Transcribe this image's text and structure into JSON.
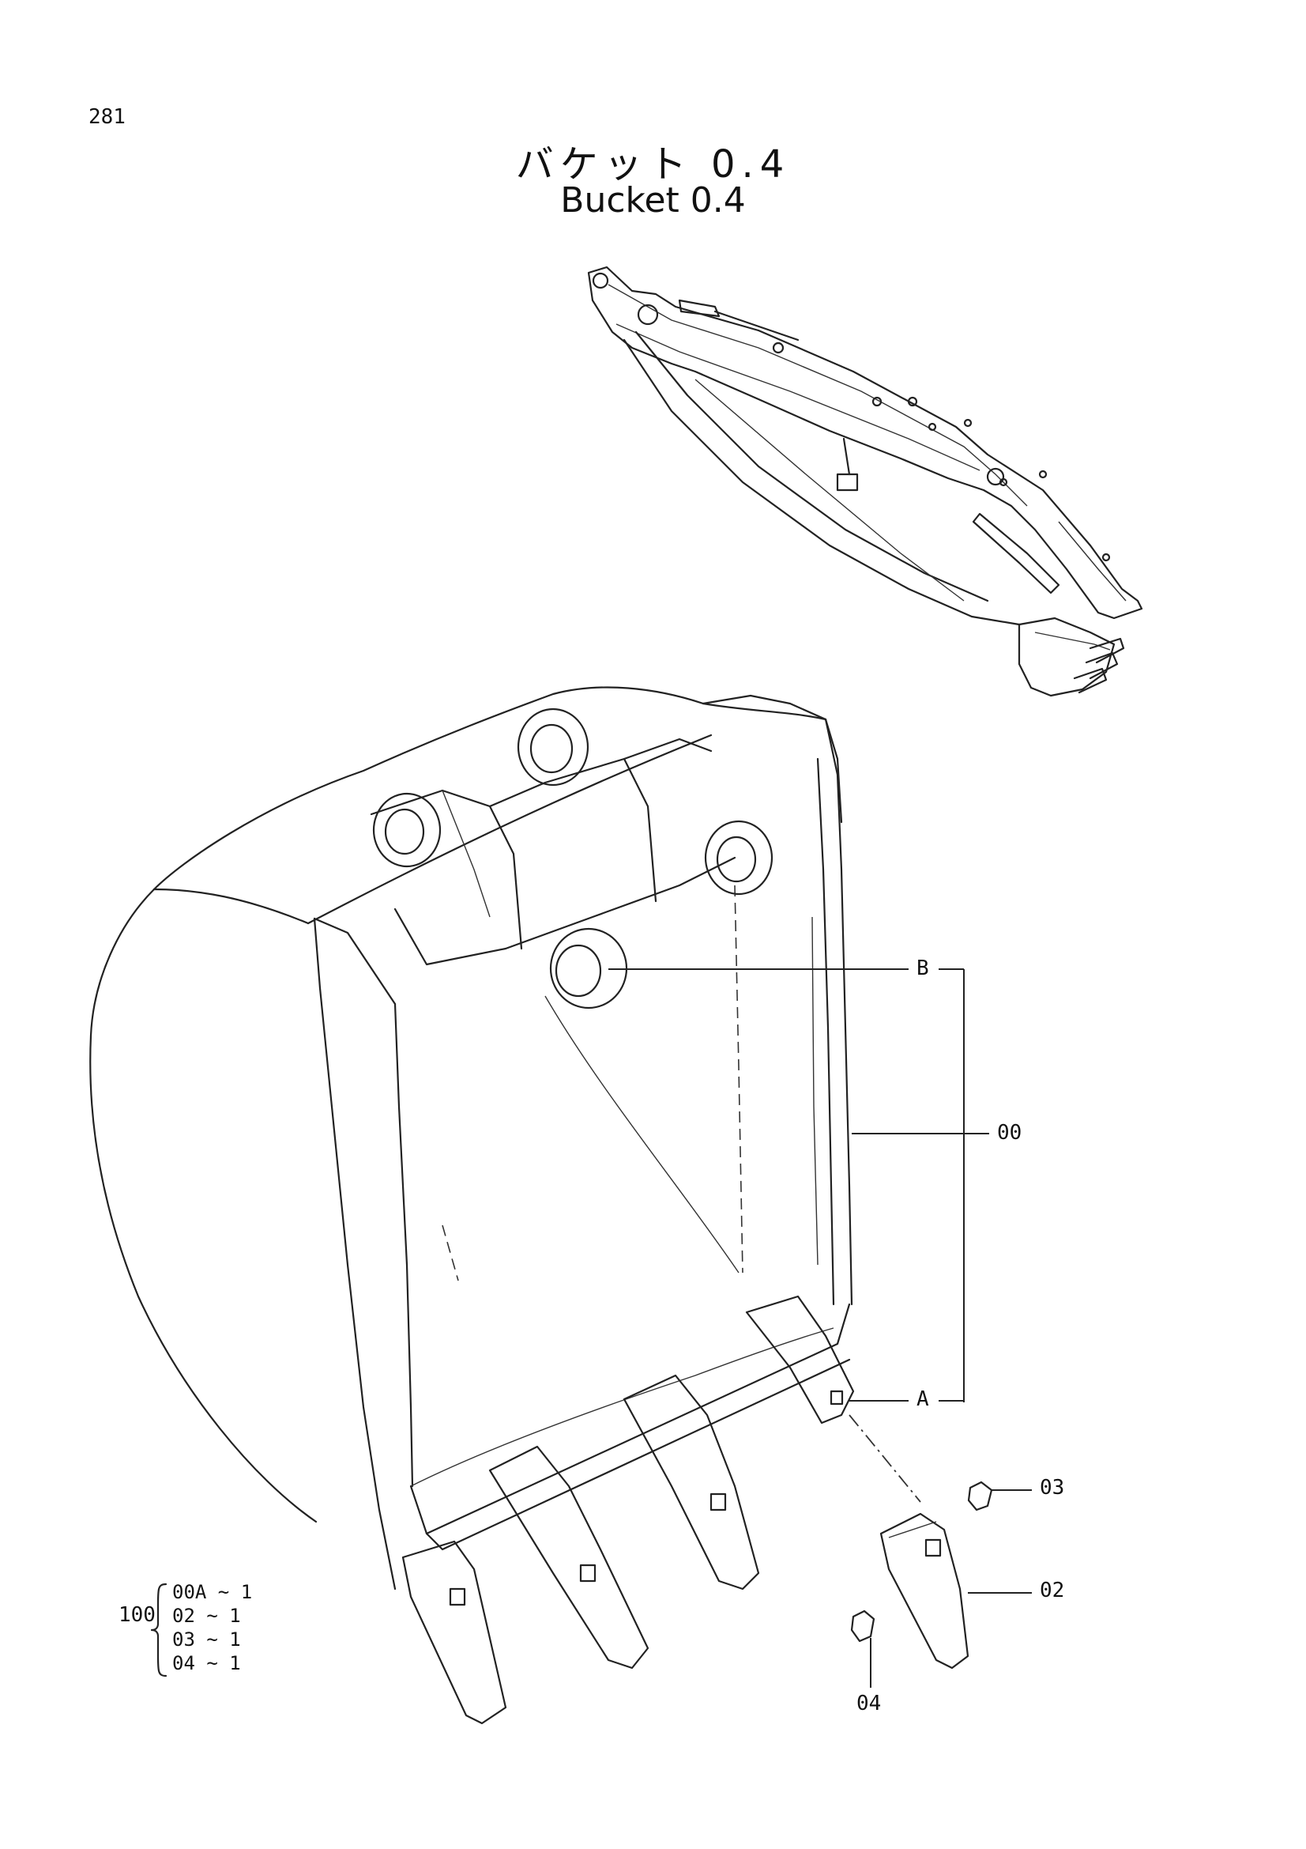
{
  "page": {
    "number": "281"
  },
  "title": {
    "ja": "バケット 0.4",
    "en": "Bucket 0.4"
  },
  "callouts": {
    "b": "B",
    "assembly": "00",
    "a": "A",
    "pin": "03",
    "tooth": "02",
    "lock": "04"
  },
  "kit": {
    "qty": "100",
    "lines": [
      "00A ~ 1",
      "02  ~ 1",
      "03  ~ 1",
      "04  ~ 1"
    ]
  },
  "colors": {
    "ink": "#111111",
    "paper": "#ffffff"
  }
}
